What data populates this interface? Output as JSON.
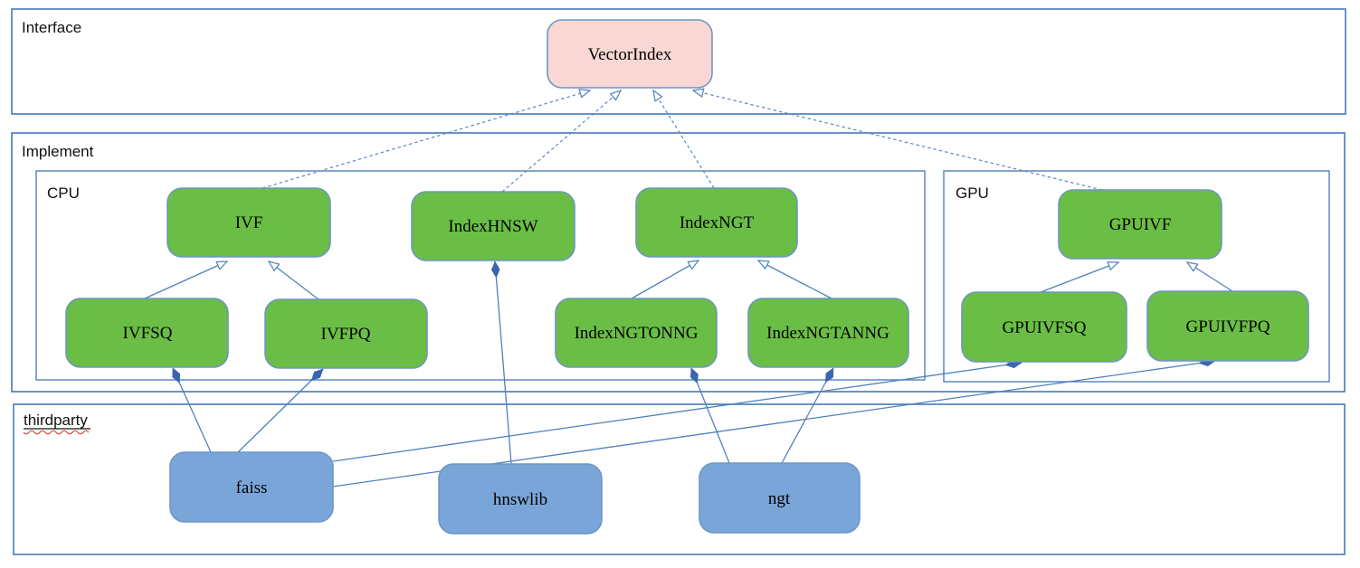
{
  "containers": {
    "interface": {
      "label": "Interface"
    },
    "implement": {
      "label": "Implement"
    },
    "cpu": {
      "label": "CPU"
    },
    "gpu": {
      "label": "GPU"
    },
    "thirdparty": {
      "label": "thirdparty"
    }
  },
  "nodes": {
    "vectorindex": {
      "label": "VectorIndex",
      "kind": "interface"
    },
    "ivf": {
      "label": "IVF",
      "kind": "cpu-class"
    },
    "indexhnsw": {
      "label": "IndexHNSW",
      "kind": "cpu-class"
    },
    "indexngt": {
      "label": "IndexNGT",
      "kind": "cpu-class"
    },
    "gpuivf": {
      "label": "GPUIVF",
      "kind": "gpu-class"
    },
    "ivfsq": {
      "label": "IVFSQ",
      "kind": "cpu-class"
    },
    "ivfpq": {
      "label": "IVFPQ",
      "kind": "cpu-class"
    },
    "indexngtonng": {
      "label": "IndexNGTONNG",
      "kind": "cpu-class"
    },
    "indexngtanng": {
      "label": "IndexNGTANNG",
      "kind": "cpu-class"
    },
    "gpuivfsq": {
      "label": "GPUIVFSQ",
      "kind": "gpu-class"
    },
    "gpuivfpq": {
      "label": "GPUIVFPQ",
      "kind": "gpu-class"
    },
    "faiss": {
      "label": "faiss",
      "kind": "thirdparty-lib"
    },
    "hnswlib": {
      "label": "hnswlib",
      "kind": "thirdparty-lib"
    },
    "ngt": {
      "label": "ngt",
      "kind": "thirdparty-lib"
    }
  },
  "edges": [
    {
      "from": "IVF",
      "to": "VectorIndex",
      "type": "realization"
    },
    {
      "from": "IndexHNSW",
      "to": "VectorIndex",
      "type": "realization"
    },
    {
      "from": "IndexNGT",
      "to": "VectorIndex",
      "type": "realization"
    },
    {
      "from": "GPUIVF",
      "to": "VectorIndex",
      "type": "realization"
    },
    {
      "from": "IVFSQ",
      "to": "IVF",
      "type": "generalization"
    },
    {
      "from": "IVFPQ",
      "to": "IVF",
      "type": "generalization"
    },
    {
      "from": "IndexNGTONNG",
      "to": "IndexNGT",
      "type": "generalization"
    },
    {
      "from": "IndexNGTANNG",
      "to": "IndexNGT",
      "type": "generalization"
    },
    {
      "from": "GPUIVFSQ",
      "to": "GPUIVF",
      "type": "generalization"
    },
    {
      "from": "GPUIVFPQ",
      "to": "GPUIVF",
      "type": "generalization"
    },
    {
      "from": "IVFSQ",
      "to": "faiss",
      "type": "composition"
    },
    {
      "from": "IVFPQ",
      "to": "faiss",
      "type": "composition"
    },
    {
      "from": "GPUIVFSQ",
      "to": "faiss",
      "type": "composition"
    },
    {
      "from": "GPUIVFPQ",
      "to": "faiss",
      "type": "composition"
    },
    {
      "from": "IndexHNSW",
      "to": "hnswlib",
      "type": "composition"
    },
    {
      "from": "IndexNGTONNG",
      "to": "ngt",
      "type": "composition"
    },
    {
      "from": "IndexNGTANNG",
      "to": "ngt",
      "type": "composition"
    }
  ],
  "colors": {
    "node_green": "#6abe45",
    "node_blue": "#7aa5d8",
    "node_pink": "#f8d7d4",
    "container_border": "#4f81bd",
    "edge_blue": "#4f81bd",
    "diamond_blue": "#3a66ad",
    "white_fill": "#ffffff",
    "spellcheck_red": "#e03c31"
  }
}
